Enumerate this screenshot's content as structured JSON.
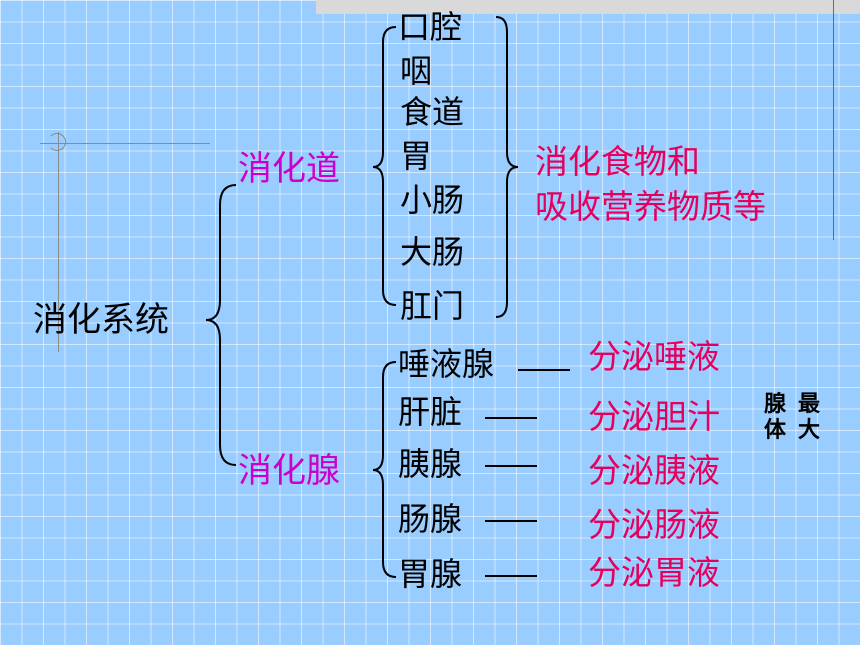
{
  "root": {
    "label": "消化系统"
  },
  "tract": {
    "label": "消化道",
    "organs": [
      "口腔",
      "咽",
      "食道",
      "胃",
      "小肠",
      "大肠",
      "肛门"
    ],
    "function_lines": [
      "消化食物和",
      "吸收营养物质等"
    ]
  },
  "glands": {
    "label": "消化腺",
    "items": [
      {
        "name": "唾液腺",
        "secretion": "分泌唾液"
      },
      {
        "name": "肝脏",
        "secretion": "分泌胆汁"
      },
      {
        "name": "胰腺",
        "secretion": "分泌胰液"
      },
      {
        "name": "肠腺",
        "secretion": "分泌肠液"
      },
      {
        "name": "胃腺",
        "secretion": "分泌胃液"
      }
    ],
    "note": {
      "col1": "腺体",
      "col2": "最大"
    }
  },
  "colors": {
    "background": "#99ccff",
    "branch": "#cc00cc",
    "function": "#e6005c",
    "text": "#000000"
  }
}
